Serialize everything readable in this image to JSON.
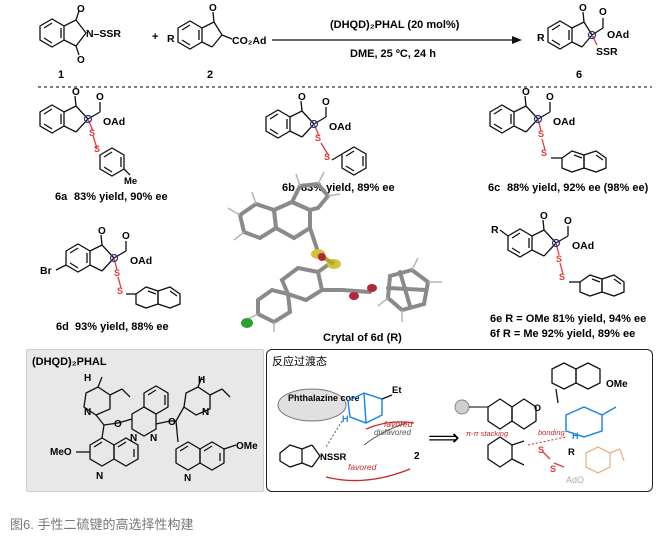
{
  "scheme": {
    "reagent1_group": "N–SSR",
    "reagent1_number": "1",
    "plus": "+",
    "reagent2_group": "CO₂Ad",
    "reagent2_R": "R",
    "reagent2_number": "2",
    "catalyst": "(DHQD)₂PHAL (20 mol%)",
    "conditions": "DME, 25 ºC, 24 h",
    "product_number": "6",
    "product_R": "R",
    "product_ester": "OAd",
    "product_S": "SSR"
  },
  "products": [
    {
      "id": "6a",
      "yield": "83% yield, 90% ee",
      "substituent": "Me"
    },
    {
      "id": "6b",
      "yield": "83% yield, 89% ee"
    },
    {
      "id": "6c",
      "yield": "88% yield, 92% ee (98% ee)"
    },
    {
      "id": "6d",
      "yield": "93% yield, 88% ee",
      "substituent": "Br"
    },
    {
      "id": "6e",
      "line": "6e  R = OMe  81% yield, 94% ee"
    },
    {
      "id": "6f",
      "line": "6f   R = Me    92% yield, 89% ee"
    }
  ],
  "crystal_caption": "Crytal of 6d (R)",
  "catalyst_box": {
    "title": "(DHQD)₂PHAL",
    "atoms": [
      "H",
      "N",
      "O",
      "N",
      "N",
      "O",
      "H",
      "N",
      "MeO",
      "N",
      "OMe",
      "N"
    ]
  },
  "ts_box": {
    "title": "反应过渡态",
    "phthalazine": "Phthalazine core",
    "et": "Et",
    "favored_top": "favored",
    "disfavored": "disfavored",
    "favored_bottom": "favored",
    "ssr": "NSSR",
    "two": "2",
    "pi": "π-π stacking",
    "bonding": "bonding",
    "ome": "OMe",
    "r": "R",
    "ado": "AdO"
  },
  "caption": "图6. 手性二硫键的高选择性构建",
  "colors": {
    "disulfide": "#e53935",
    "arrow": "#c62828",
    "ts_blue": "#1e88e5",
    "crystal_yellow": "#d4c23a",
    "crystal_green": "#2e9e2e"
  }
}
